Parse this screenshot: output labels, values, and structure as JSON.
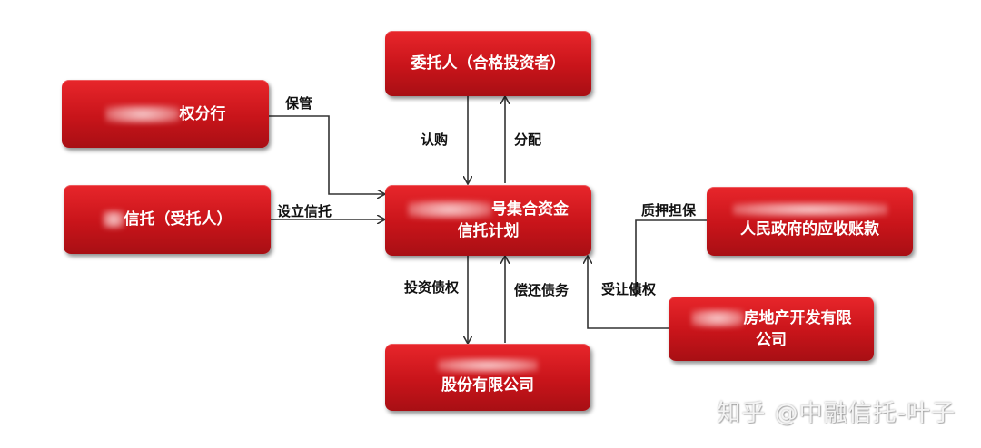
{
  "nodes": {
    "investor": {
      "text": "委托人（合格投资者）"
    },
    "branch": {
      "text": "权分行"
    },
    "trustee": {
      "text": "信托（受托人）"
    },
    "plan": {
      "line1": "号集合资金",
      "line2": "信托计划"
    },
    "receivable": {
      "text": "人民政府的应收账款"
    },
    "developer": {
      "line1": "房地产开发有限",
      "line2": "公司"
    },
    "company": {
      "text": "股份有限公司"
    }
  },
  "edges": {
    "custody": "保管",
    "establish": "设立信托",
    "subscribe": "认购",
    "distribute": "分配",
    "invest": "投资债权",
    "repay": "偿还债务",
    "pledge": "质押担保",
    "transfer": "受让债权"
  },
  "watermark": "知乎 @中融信托-叶子"
}
